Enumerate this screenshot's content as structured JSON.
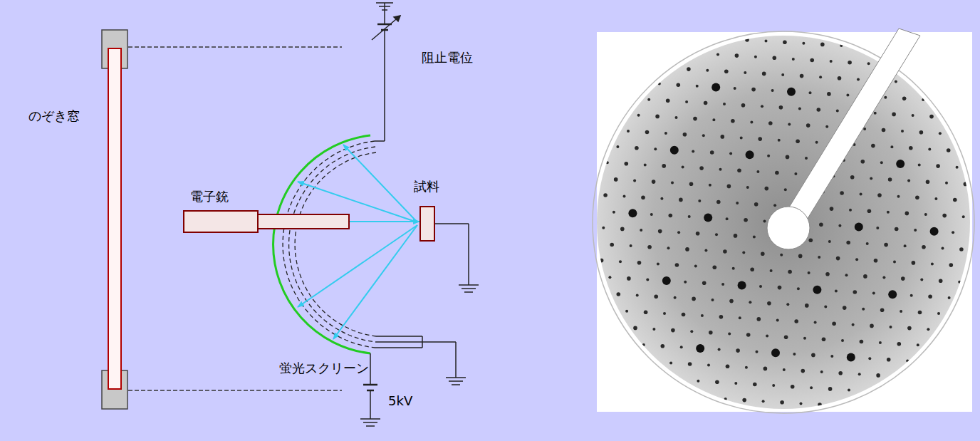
{
  "diagram": {
    "nodes": [
      {
        "text": [
          "電子銃"
        ]
      },
      {
        "text": [
          "試料"
        ]
      }
    ],
    "edges": [
      {
        "from": 0,
        "to": 1,
        "arrow": "to"
      }
    ],
    "labels": [
      "のぞき窓",
      "阻止電位",
      "蛍光スクリーン",
      "5kV"
    ]
  }
}
